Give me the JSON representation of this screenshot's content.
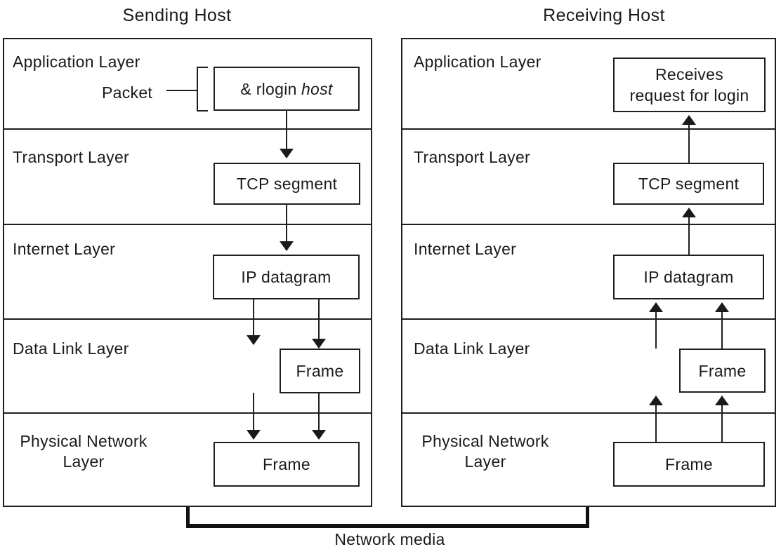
{
  "sending_host": {
    "title": "Sending Host",
    "application_layer_label": "Application Layer",
    "packet_label": "Packet",
    "application_box_command": "& rlogin",
    "application_box_command_arg": "host",
    "transport_layer_label": "Transport Layer",
    "transport_box_label": "TCP segment",
    "internet_layer_label": "Internet Layer",
    "internet_box_label": "IP datagram",
    "datalink_layer_label": "Data Link Layer",
    "datalink_box_label": "Frame",
    "physical_layer_label_line1": "Physical Network",
    "physical_layer_label_line2": "Layer",
    "physical_box_label": "Frame"
  },
  "receiving_host": {
    "title": "Receiving Host",
    "application_layer_label": "Application Layer",
    "application_box_line1": "Receives",
    "application_box_line2": "request for login",
    "transport_layer_label": "Transport Layer",
    "transport_box_label": "TCP segment",
    "internet_layer_label": "Internet Layer",
    "internet_box_label": "IP datagram",
    "datalink_layer_label": "Data Link Layer",
    "datalink_box_label": "Frame",
    "physical_layer_label_line1": "Physical Network",
    "physical_layer_label_line2": "Layer",
    "physical_box_label": "Frame"
  },
  "footer": {
    "network_media_label": "Network media"
  },
  "colors": {
    "ink": "#1a1a1a",
    "background": "#ffffff"
  }
}
